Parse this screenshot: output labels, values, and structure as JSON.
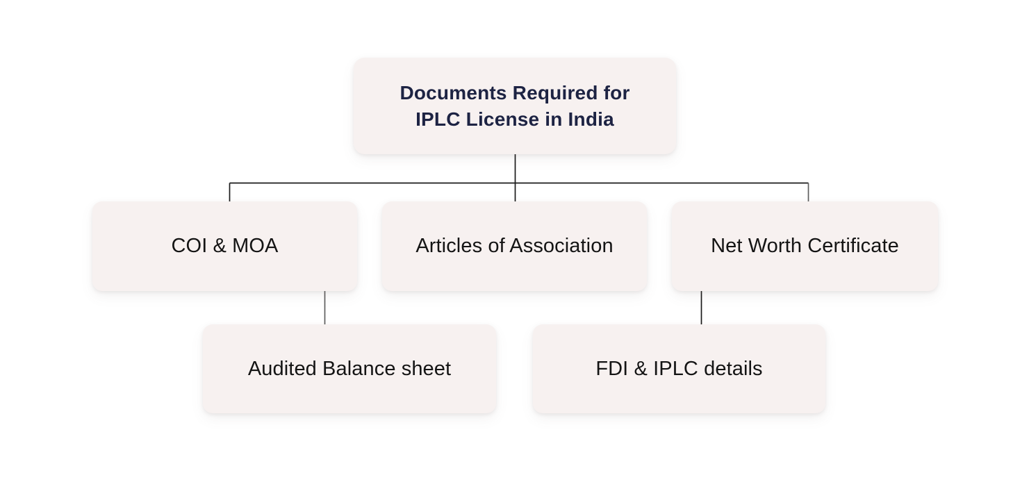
{
  "diagram": {
    "type": "org-tree",
    "title": "Documents Required for IPLC License in India",
    "root": {
      "id": "root",
      "label": "Documents Required for\nIPLC License in India",
      "line1": "Documents Required for",
      "line2": "IPLC License in India"
    },
    "level2": [
      {
        "id": "coi-moa",
        "label": "COI & MOA"
      },
      {
        "id": "articles",
        "label": "Articles of Association"
      },
      {
        "id": "networth",
        "label": "Net Worth Certificate"
      }
    ],
    "level3": [
      {
        "id": "balance-sheet",
        "label": "Audited Balance sheet",
        "parent": "coi-moa"
      },
      {
        "id": "fdi-iplc",
        "label": "FDI & IPLC details",
        "parent": "networth"
      }
    ],
    "colors": {
      "page_background": "#ffffff",
      "card_background": "#f7f1f0",
      "root_text": "#1d2343",
      "node_text": "#141414",
      "connector_line": "#1a1a1a"
    }
  }
}
